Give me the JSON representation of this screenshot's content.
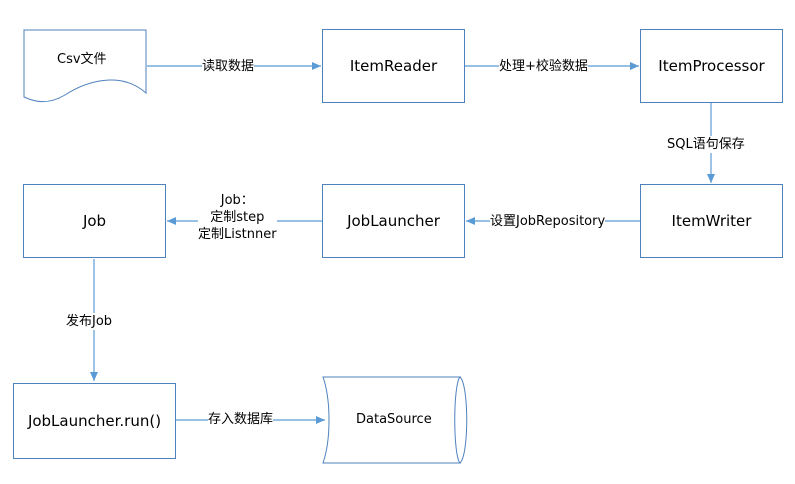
{
  "nodes": {
    "csv": "Csv文件",
    "item_reader": "ItemReader",
    "item_processor": "ItemProcessor",
    "item_writer": "ItemWriter",
    "job_launcher": "JobLauncher",
    "job": "Job",
    "job_launcher_run": "JobLauncher.run()",
    "datasource": "DataSource"
  },
  "edges": {
    "read_data": "读取数据",
    "process_validate": "处理+校验数据",
    "sql_statement": "SQL语句保存",
    "set_repository": "设置JobRepository",
    "job_line1": "Job：",
    "job_line2": "定制step",
    "job_line3": "定制Listnner",
    "publish_job": "发布Job",
    "save_db": "存入数据库"
  },
  "colors": {
    "stroke": "#4f81bd",
    "arrow": "#5b9bd5"
  }
}
